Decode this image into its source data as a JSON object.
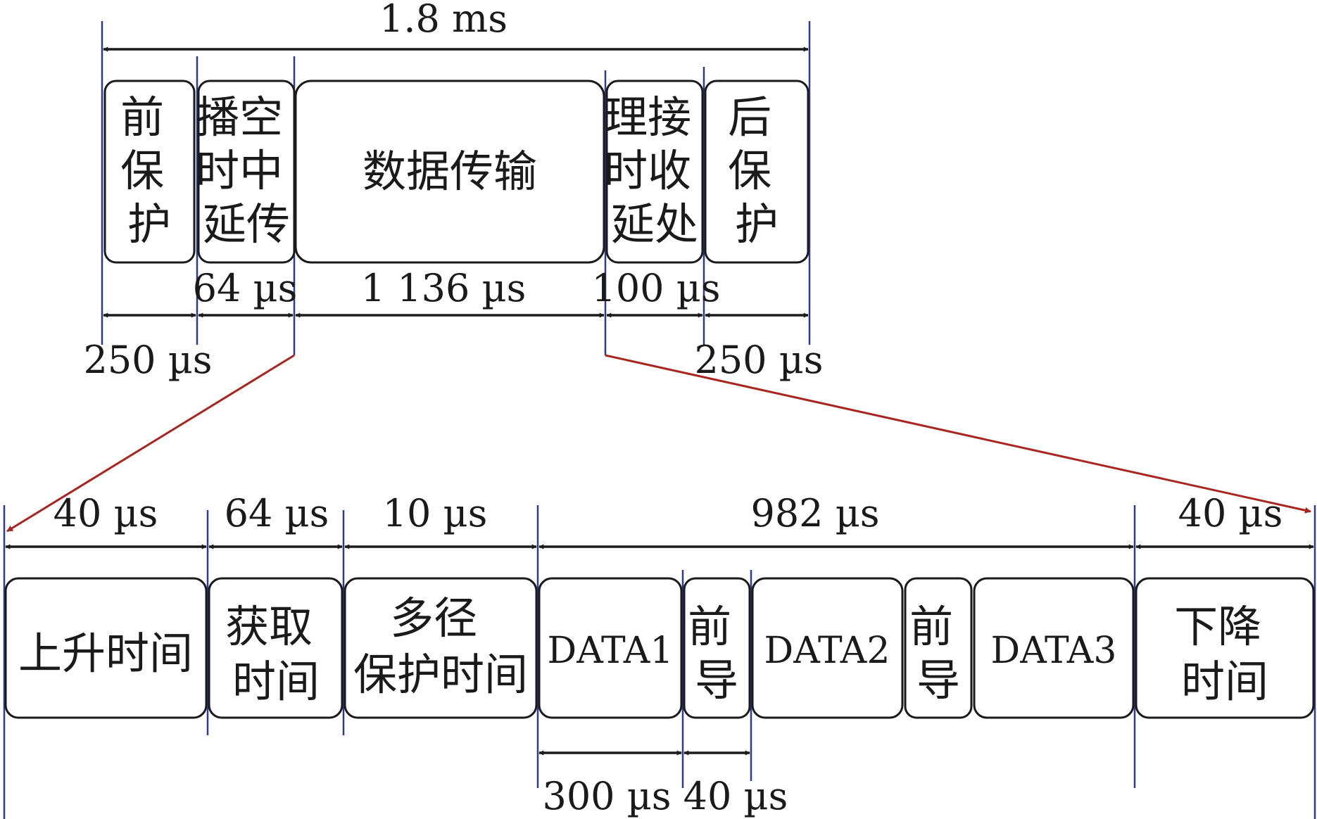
{
  "colors": {
    "boundary": "#2e3a8c",
    "zoom_arrow": "#a8261f",
    "ink": "#1a1a1a"
  },
  "top_frame": {
    "total": "1.8 ms",
    "segments": [
      {
        "lines": [
          "前",
          "保",
          "护"
        ]
      },
      {
        "lines": [
          "播空",
          "时中",
          "延传"
        ]
      },
      {
        "lines": [
          "数据传输"
        ]
      },
      {
        "lines": [
          "理接",
          "时收",
          "延处"
        ]
      },
      {
        "lines": [
          "后",
          "保",
          "护"
        ]
      }
    ],
    "durations": {
      "front_guard": "250 µs",
      "propagation_delay": "64 µs",
      "data_transfer": "1 136 µs",
      "processing_delay": "100 µs",
      "rear_guard": "250 µs"
    }
  },
  "bottom_frame": {
    "segments": [
      {
        "lines": [
          "上升时间"
        ]
      },
      {
        "lines": [
          "获取",
          "时间"
        ]
      },
      {
        "lines": [
          "多径",
          "保护时间"
        ]
      },
      {
        "lines": [
          "DATA1"
        ]
      },
      {
        "lines": [
          "前",
          "导"
        ]
      },
      {
        "lines": [
          "DATA2"
        ]
      },
      {
        "lines": [
          "前",
          "导"
        ]
      },
      {
        "lines": [
          "DATA3"
        ]
      },
      {
        "lines": [
          "下降",
          "时间"
        ]
      }
    ],
    "durations_top": {
      "rise_time": "40 µs",
      "acquisition_time": "64 µs",
      "multipath_guard": "10 µs",
      "data_span": "982 µs",
      "fall_time": "40 µs"
    },
    "durations_bottom": {
      "data_block": "300 µs",
      "preamble": "40 µs"
    }
  }
}
